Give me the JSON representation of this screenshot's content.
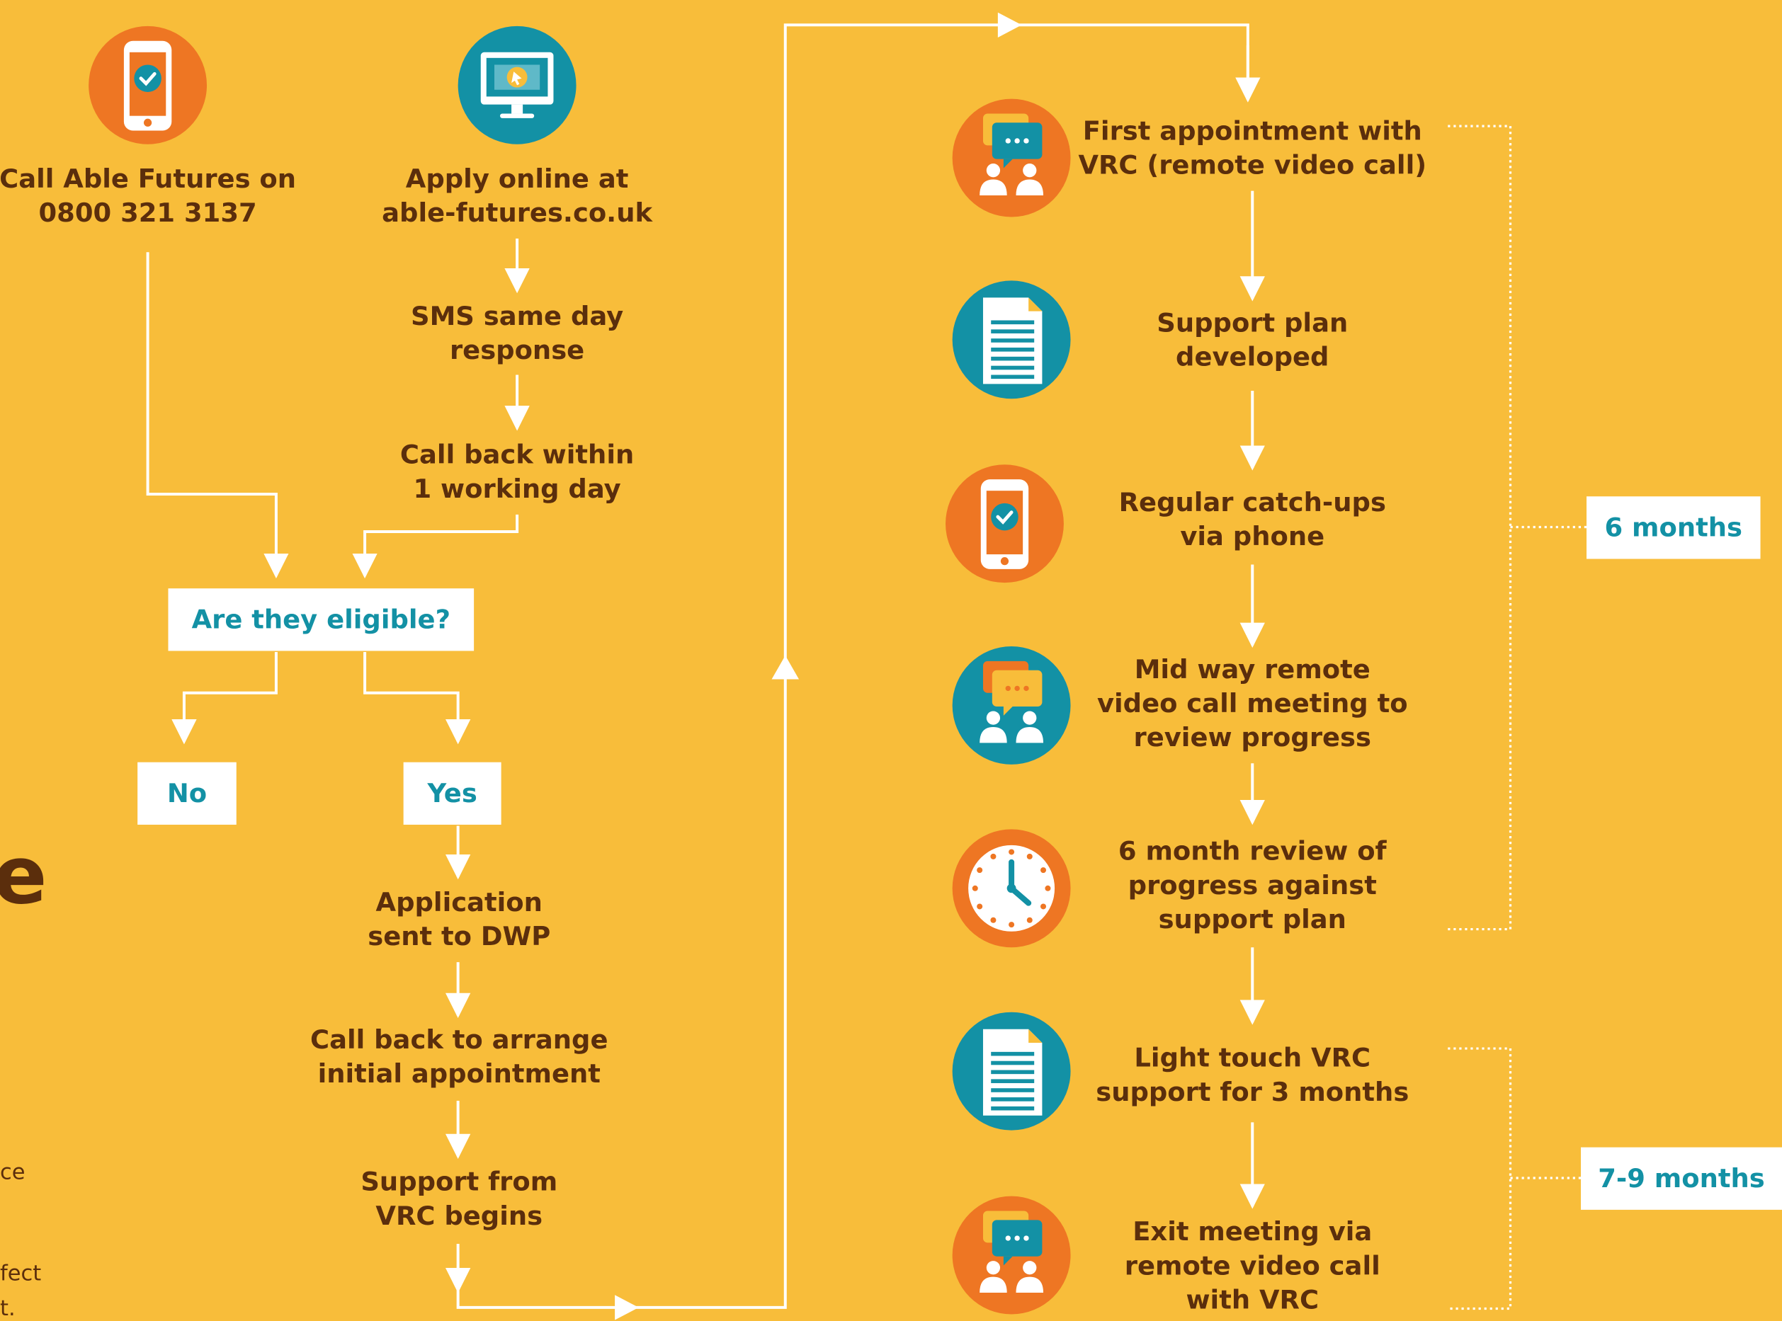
{
  "colors": {
    "background": "#F8BD3A",
    "orange": "#EE7623",
    "teal": "#1391A5",
    "text": "#5B2E0C",
    "box_text": "#1391A5",
    "line": "#FFFFFF"
  },
  "entry": {
    "call": "Call Able Futures on\n0800 321 3137",
    "online": "Apply online at\nable-futures.co.uk",
    "sms": "SMS same day\nresponse",
    "callback": "Call back within\n1 working day"
  },
  "decision": {
    "question": "Are they eligible?",
    "no": "No",
    "yes": "Yes"
  },
  "process": {
    "application": "Application\nsent to DWP",
    "arrange": "Call back to arrange\ninitial appointment",
    "begins": "Support from\nVRC begins"
  },
  "journey": {
    "first": "First appointment with\nVRC (remote video call)",
    "plan": "Support plan\ndeveloped",
    "catchups": "Regular catch-ups\nvia phone",
    "midway": "Mid way remote\nvideo call meeting to\nreview progress",
    "review": "6 month review of\nprogress against\nsupport plan",
    "light": "Light touch VRC\nsupport for 3 months",
    "exit": "Exit meeting via\nremote video call\nwith VRC"
  },
  "durations": {
    "six": "6 months",
    "seven_nine": "7-9 months"
  },
  "partial": {
    "large_letter": "e",
    "frag1": "ce",
    "frag2": "fect",
    "frag3": "t."
  },
  "icons": [
    "phone-icon",
    "computer-icon",
    "chat-people-icon",
    "document-icon",
    "clock-icon"
  ]
}
